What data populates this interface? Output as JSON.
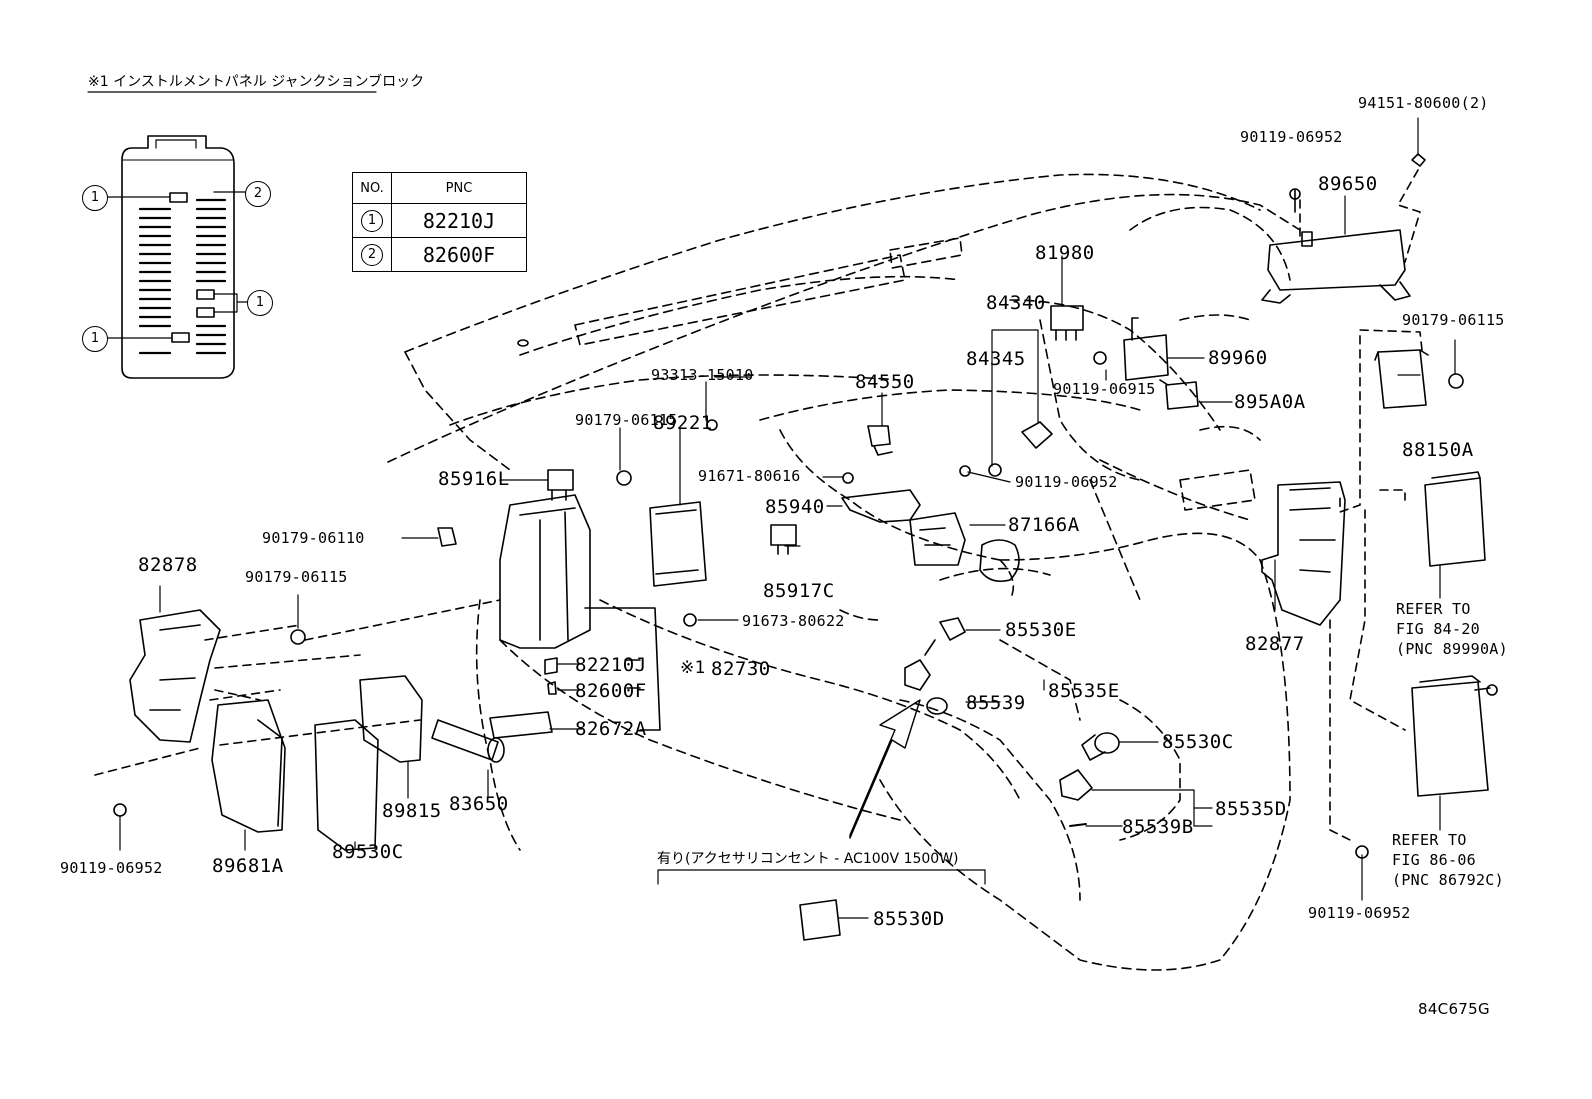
{
  "header": {
    "note_text": "※1 インストルメントパネル ジャンクションブロック"
  },
  "junction_block_callouts": [
    "1",
    "2",
    "1",
    "1"
  ],
  "pnc_table": {
    "headers": [
      "NO.",
      "PNC"
    ],
    "rows": [
      {
        "no": "1",
        "pnc": "82210J"
      },
      {
        "no": "2",
        "pnc": "82600F"
      }
    ]
  },
  "part_labels": {
    "p94151": "94151-80600(2)",
    "p90119_a": "90119-06952",
    "p89650": "89650",
    "p81980": "81980",
    "p84340": "84340",
    "p84345": "84345",
    "p89960": "89960",
    "p90179_c": "90179-06115",
    "p90119_b": "90119-06915",
    "p895A0A": "895A0A",
    "p88150A": "88150A",
    "p93313": "93313-15010",
    "p84550": "84550",
    "p90179_a": "90179-06115",
    "p89221": "89221",
    "p91671": "91671-80616",
    "p85916L": "85916L",
    "p90119_c": "90119-06952",
    "p85940": "85940",
    "p87166A": "87166A",
    "p90179_b": "90179-06110",
    "p85917C": "85917C",
    "p82878": "82878",
    "p90179_d": "90179-06115",
    "p91673": "91673-80622",
    "p85530E": "85530E",
    "p82877": "82877",
    "p82210J": "82210J",
    "p82730mark": "※1",
    "p82730": "82730",
    "p82600F": "82600F",
    "p85539": "85539",
    "p85535E": "85535E",
    "p82672A": "82672A",
    "p85530C": "85530C",
    "p85535D": "85535D",
    "p85539B": "85539B",
    "p89815": "89815",
    "p83650": "83650",
    "p89530C": "89530C",
    "p89681A": "89681A",
    "p90119_d": "90119-06952",
    "p90119_e": "90119-06952",
    "p85530D": "85530D"
  },
  "references": {
    "ref1": [
      "REFER TO",
      "FIG 84-20",
      "(PNC 89990A)"
    ],
    "ref2": [
      "REFER TO",
      "FIG 86-06",
      "(PNC 86792C)"
    ]
  },
  "option_note": "有り(アクセサリコンセント - AC100V 1500W)",
  "figure_code": "84C675G"
}
